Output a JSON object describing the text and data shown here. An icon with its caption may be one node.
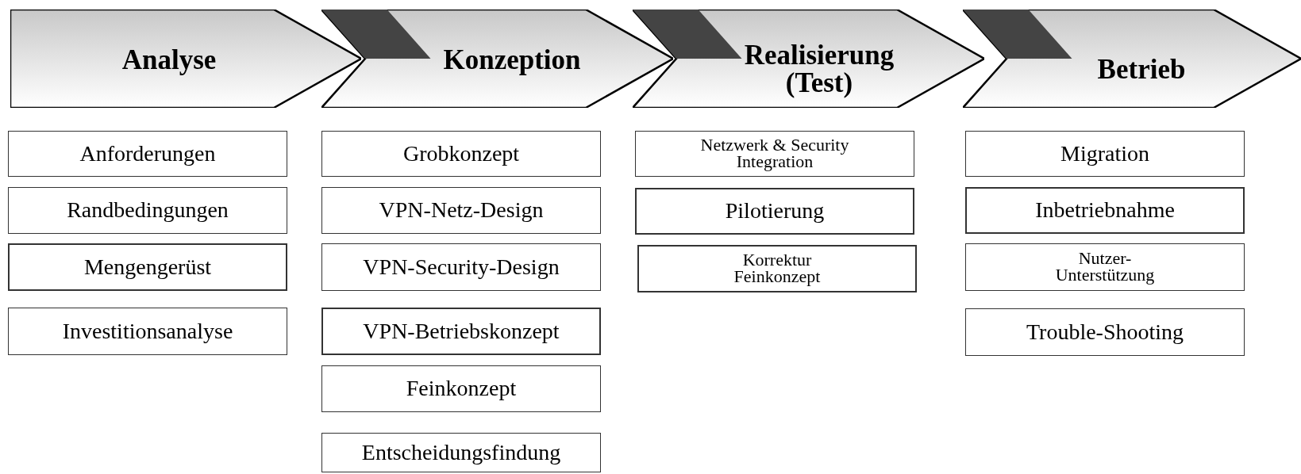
{
  "diagram": {
    "nodes": [
      {
        "text": [
          "Analyse"
        ]
      },
      {
        "text": [
          "Konzeption"
        ]
      },
      {
        "text": [
          "Realisierung (Test)"
        ]
      },
      {
        "text": [
          "Betrieb"
        ]
      },
      {
        "text": [
          "Anforderungen"
        ]
      },
      {
        "text": [
          "Randbedingungen"
        ]
      },
      {
        "text": [
          "Mengengerüst"
        ]
      },
      {
        "text": [
          "Investitionsanalyse"
        ]
      },
      {
        "text": [
          "Grobkonzept"
        ]
      },
      {
        "text": [
          "VPN-Netz-Design"
        ]
      },
      {
        "text": [
          "VPN-Security-Design"
        ]
      },
      {
        "text": [
          "VPN-Betriebskonzept"
        ]
      },
      {
        "text": [
          "Feinkonzept"
        ]
      },
      {
        "text": [
          "Entscheidungsfindung"
        ]
      },
      {
        "text": [
          "Netzwerk & Security Integration"
        ]
      },
      {
        "text": [
          "Pilotierung"
        ]
      },
      {
        "text": [
          "Korrektur Feinkonzept"
        ]
      },
      {
        "text": [
          "Migration"
        ]
      },
      {
        "text": [
          "Inbetriebnahme"
        ]
      },
      {
        "text": [
          "Nutzer- Unterstützung"
        ]
      },
      {
        "text": [
          "Trouble-Shooting"
        ]
      }
    ],
    "edges": []
  }
}
